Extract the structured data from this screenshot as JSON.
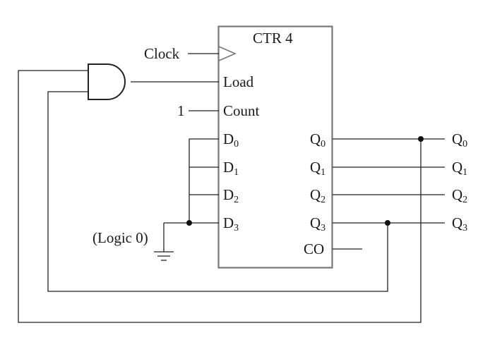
{
  "counter": {
    "title": "CTR 4",
    "inputs": {
      "clock": "Clock",
      "load": "Load",
      "count": "Count",
      "count_value": "1"
    },
    "data_inputs": [
      {
        "base": "D",
        "sub": "0"
      },
      {
        "base": "D",
        "sub": "1"
      },
      {
        "base": "D",
        "sub": "2"
      },
      {
        "base": "D",
        "sub": "3"
      }
    ],
    "outputs": [
      {
        "base": "Q",
        "sub": "0"
      },
      {
        "base": "Q",
        "sub": "1"
      },
      {
        "base": "Q",
        "sub": "2"
      },
      {
        "base": "Q",
        "sub": "3"
      }
    ],
    "carry_out": "CO"
  },
  "ground_label": "(Logic 0)",
  "external_outputs": [
    {
      "base": "Q",
      "sub": "0"
    },
    {
      "base": "Q",
      "sub": "1"
    },
    {
      "base": "Q",
      "sub": "2"
    },
    {
      "base": "Q",
      "sub": "3"
    }
  ],
  "colors": {
    "wire": "#222222",
    "box": "#777777",
    "text": "#1a1a1a"
  }
}
